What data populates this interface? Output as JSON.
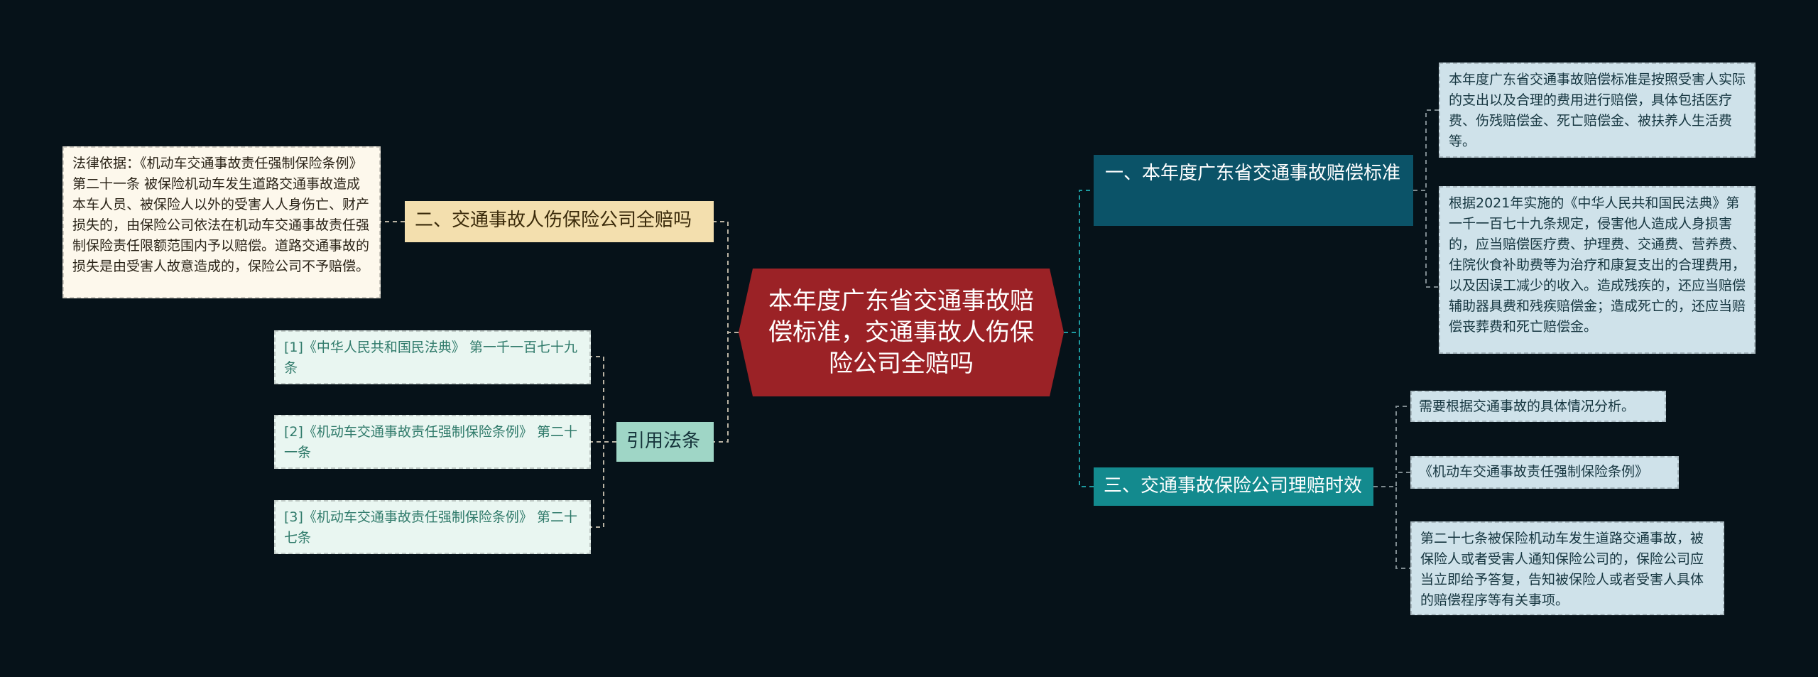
{
  "center": {
    "title": "本年度广东省交通事故赔偿标准，交通事故人伤保险公司全赔吗",
    "color": "#9b2226"
  },
  "branches": {
    "b1": {
      "label": "一、本年度广东省交通事故赔偿标准",
      "color": "#0b5368"
    },
    "b2": {
      "label": "二、交通事故人伤保险公司全赔吗",
      "color": "#f3dfae",
      "text_color": "#3a2a0a"
    },
    "b3": {
      "label": "三、交通事故保险公司理赔时效",
      "color": "#138a8e"
    },
    "b4": {
      "label": "引用法条",
      "color": "#9fd6c6",
      "text_color": "#16343b"
    }
  },
  "notes": {
    "b1_n1": "本年度广东省交通事故赔偿标准是按照受害人实际的支出以及合理的费用进行赔偿，具体包括医疗费、伤残赔偿金、死亡赔偿金、被扶养人生活费等。",
    "b1_n2": "根据2021年实施的《中华人民共和国民法典》第一千一百七十九条规定，侵害他人造成人身损害的，应当赔偿医疗费、护理费、交通费、营养费、住院伙食补助费等为治疗和康复支出的合理费用，以及因误工减少的收入。造成残疾的，还应当赔偿辅助器具费和残疾赔偿金；造成死亡的，还应当赔偿丧葬费和死亡赔偿金。",
    "b2_n1": "法律依据：《机动车交通事故责任强制保险条例》 第二十一条 被保险机动车发生道路交通事故造成本车人员、被保险人以外的受害人人身伤亡、财产损失的，由保险公司依法在机动车交通事故责任强制保险责任限额范围内予以赔偿。道路交通事故的损失是由受害人故意造成的，保险公司不予赔偿。",
    "b3_n1": "需要根据交通事故的具体情况分析。",
    "b3_n2": "《机动车交通事故责任强制保险条例》",
    "b3_n3": "第二十七条被保险机动车发生道路交通事故，被保险人或者受害人通知保险公司的，保险公司应当立即给予答复，告知被保险人或者受害人具体的赔偿程序等有关事项。",
    "b4_n1": "[1]《中华人民共和国民法典》 第一千一百七十九条",
    "b4_n2": "[2]《机动车交通事故责任强制保险条例》 第二十一条",
    "b4_n3": "[3]《机动车交通事故责任强制保险条例》 第二十七条"
  },
  "colors": {
    "background": "#061219",
    "note_blue": "#cfe2ea",
    "note_cream": "#fdf8ec",
    "note_mint": "#e9f6f1",
    "note_mint_text": "#2f7a6a",
    "link_light": "#b9b2a3",
    "link_teal": "#1d9aa0"
  }
}
